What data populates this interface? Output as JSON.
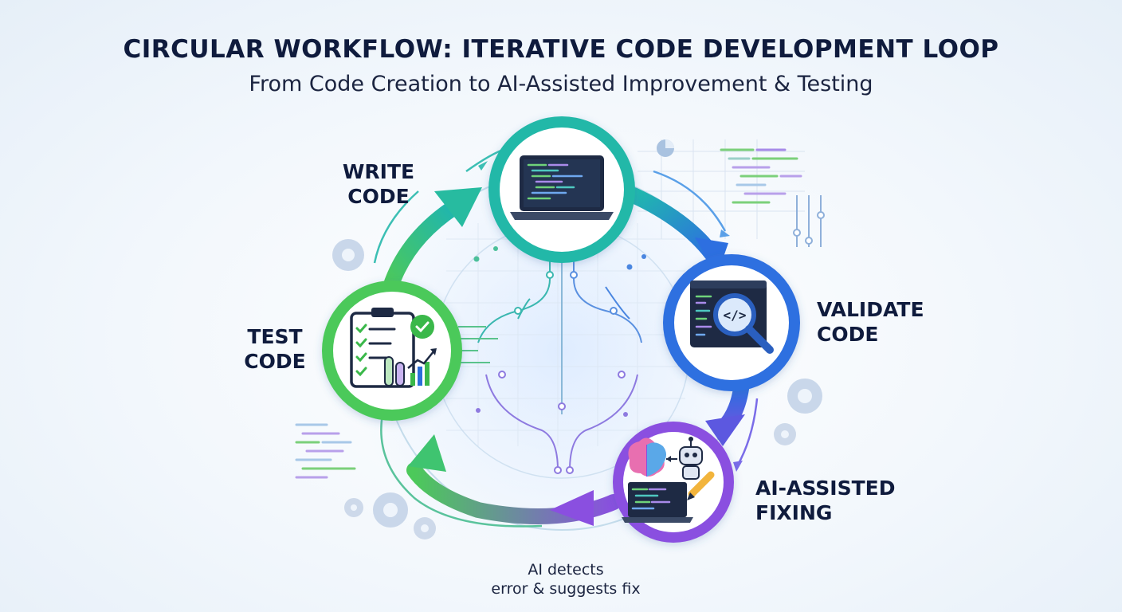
{
  "title": "CIRCULAR WORKFLOW: ITERATIVE CODE DEVELOPMENT LOOP",
  "subtitle": "From Code Creation to AI-Assisted Improvement & Testing",
  "stages": [
    {
      "id": "write",
      "label_lines": [
        "WRITE",
        "CODE"
      ],
      "icon": "laptop-code-icon",
      "color": "#1fb5b0"
    },
    {
      "id": "validate",
      "label_lines": [
        "VALIDATE",
        "CODE"
      ],
      "icon": "code-magnifier-icon",
      "color": "#2f6fe0"
    },
    {
      "id": "ai_fixing",
      "label_lines": [
        "AI-ASSISTED",
        "FIXING"
      ],
      "icon": "ai-robot-brain-icon",
      "color": "#8a4fe0"
    },
    {
      "id": "test",
      "label_lines": [
        "TEST",
        "CODE"
      ],
      "icon": "test-clipboard-icon",
      "color": "#4cc95a"
    }
  ],
  "annotation_lines": [
    "AI detects",
    "error & suggests fix"
  ]
}
